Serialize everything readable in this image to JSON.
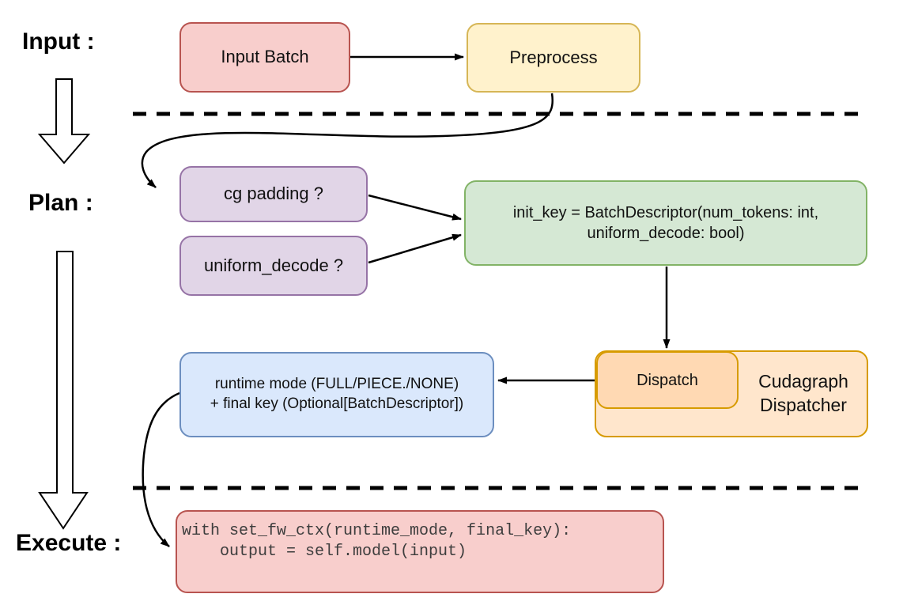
{
  "stage_labels": {
    "input": "Input :",
    "plan": "Plan :",
    "execute": "Execute :"
  },
  "nodes": {
    "input_batch": {
      "label": "Input Batch"
    },
    "preprocess": {
      "label": "Preprocess"
    },
    "cg_padding": {
      "label": "cg padding ?"
    },
    "uniform_decode": {
      "label": "uniform_decode ?"
    },
    "init_key": {
      "line1": "init_key = BatchDescriptor(num_tokens: int,",
      "line2": "uniform_decode: bool)"
    },
    "dispatch": {
      "label": "Dispatch"
    },
    "cudagraph_dispatcher": {
      "line1": "Cudagraph",
      "line2": "Dispatcher"
    },
    "runtime_result": {
      "line1": "runtime mode (FULL/PIECE./NONE)",
      "line2": "+ final key (Optional[BatchDescriptor])"
    },
    "execute_code": {
      "line1": "with set_fw_ctx(runtime_mode, final_key):",
      "line2": "    output = self.model(input)"
    }
  },
  "colors": {
    "red_fill": "#f8cecc",
    "red_border": "#b85450",
    "yellow_fill": "#fff2cc",
    "yellow_border": "#d6b656",
    "purple_fill": "#e1d5e7",
    "purple_border": "#9673a6",
    "green_fill": "#d5e8d4",
    "green_border": "#82b366",
    "orange_fill": "#ffe6cc",
    "orange_border": "#d79b00",
    "orange_inner_fill": "#ffd9b3",
    "blue_fill": "#dae8fc",
    "blue_border": "#6c8ebf",
    "line_color": "#000000"
  }
}
